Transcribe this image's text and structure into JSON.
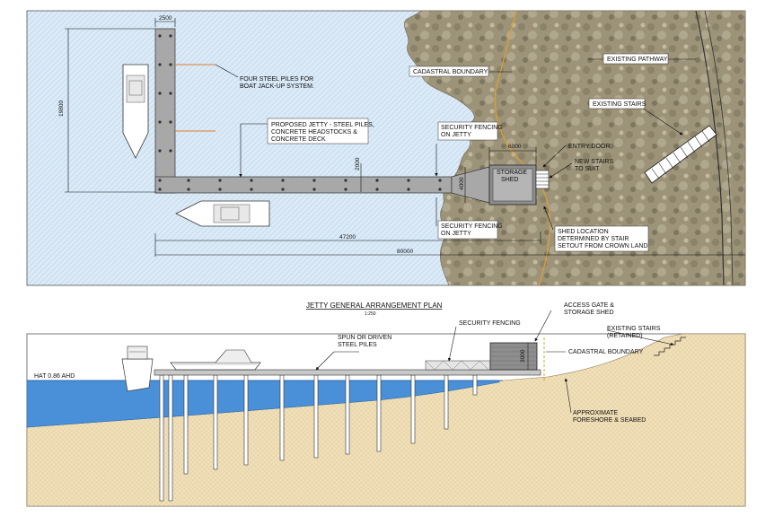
{
  "plan": {
    "dims": {
      "jetty_width": "2500",
      "jetty_length_y": "19800",
      "walkway_width": "2000",
      "shed_width": "6000",
      "shed_depth": "4000",
      "total_length": "47200",
      "overall_length": "80000"
    },
    "labels": {
      "steel_piles_line1": "FOUR STEEL PILES FOR",
      "steel_piles_line2": "BOAT JACK-UP SYSTEM.",
      "cadastral": "CADASTRAL BOUNDARY",
      "pathway": "EXISTING PATHWAY",
      "stairs": "EXISTING STAIRS",
      "jetty_line1": "PROPOSED JETTY - STEEL PILES,",
      "jetty_line2": "CONCRETE HEADSTOCKS &",
      "jetty_line3": "CONCRETE DECK",
      "fence_top_line1": "SECURITY FENCING",
      "fence_top_line2": "ON JETTY",
      "entry_door": "ENTRY DOOR",
      "new_stairs_line1": "NEW STAIRS",
      "new_stairs_line2": "TO SUIT",
      "storage_line1": "STORAGE",
      "storage_line2": "SHED",
      "fence_bottom_line1": "SECURITY FENCING",
      "fence_bottom_line2": "ON JETTY",
      "shed_loc_line1": "SHED LOCATION",
      "shed_loc_line2": "DETERMINED BY STAIR",
      "shed_loc_line3": "SETOUT FROM CROWN LAND"
    }
  },
  "title": {
    "main": "JETTY GENERAL ARRANGEMENT PLAN",
    "scale": "1:250"
  },
  "elevation": {
    "labels": {
      "hat": "HAT 0.86 AHD",
      "piles_line1": "SPUN OR DRIVEN",
      "piles_line2": "STEEL PILES",
      "security": "SECURITY FENCING",
      "gate_line1": "ACCESS GATE &",
      "gate_line2": "STORAGE SHED",
      "cadastral": "CADASTRAL BOUNDARY",
      "stairs_line1": "EXISTING STAIRS",
      "stairs_line2": "(RETAINED)",
      "foreshore_line1": "APPROXIMATE",
      "foreshore_line2": "FORESHORE & SEABED",
      "shed_height": "3000"
    }
  },
  "colors": {
    "water": "#dbeaf6",
    "sea_section": "#4a90d9",
    "sand": "#f0dfb8",
    "rock": "#9c9378",
    "concrete": "#a8a8a8",
    "leader_orange": "#e07a30",
    "cadastral_orange": "#e0a030"
  }
}
